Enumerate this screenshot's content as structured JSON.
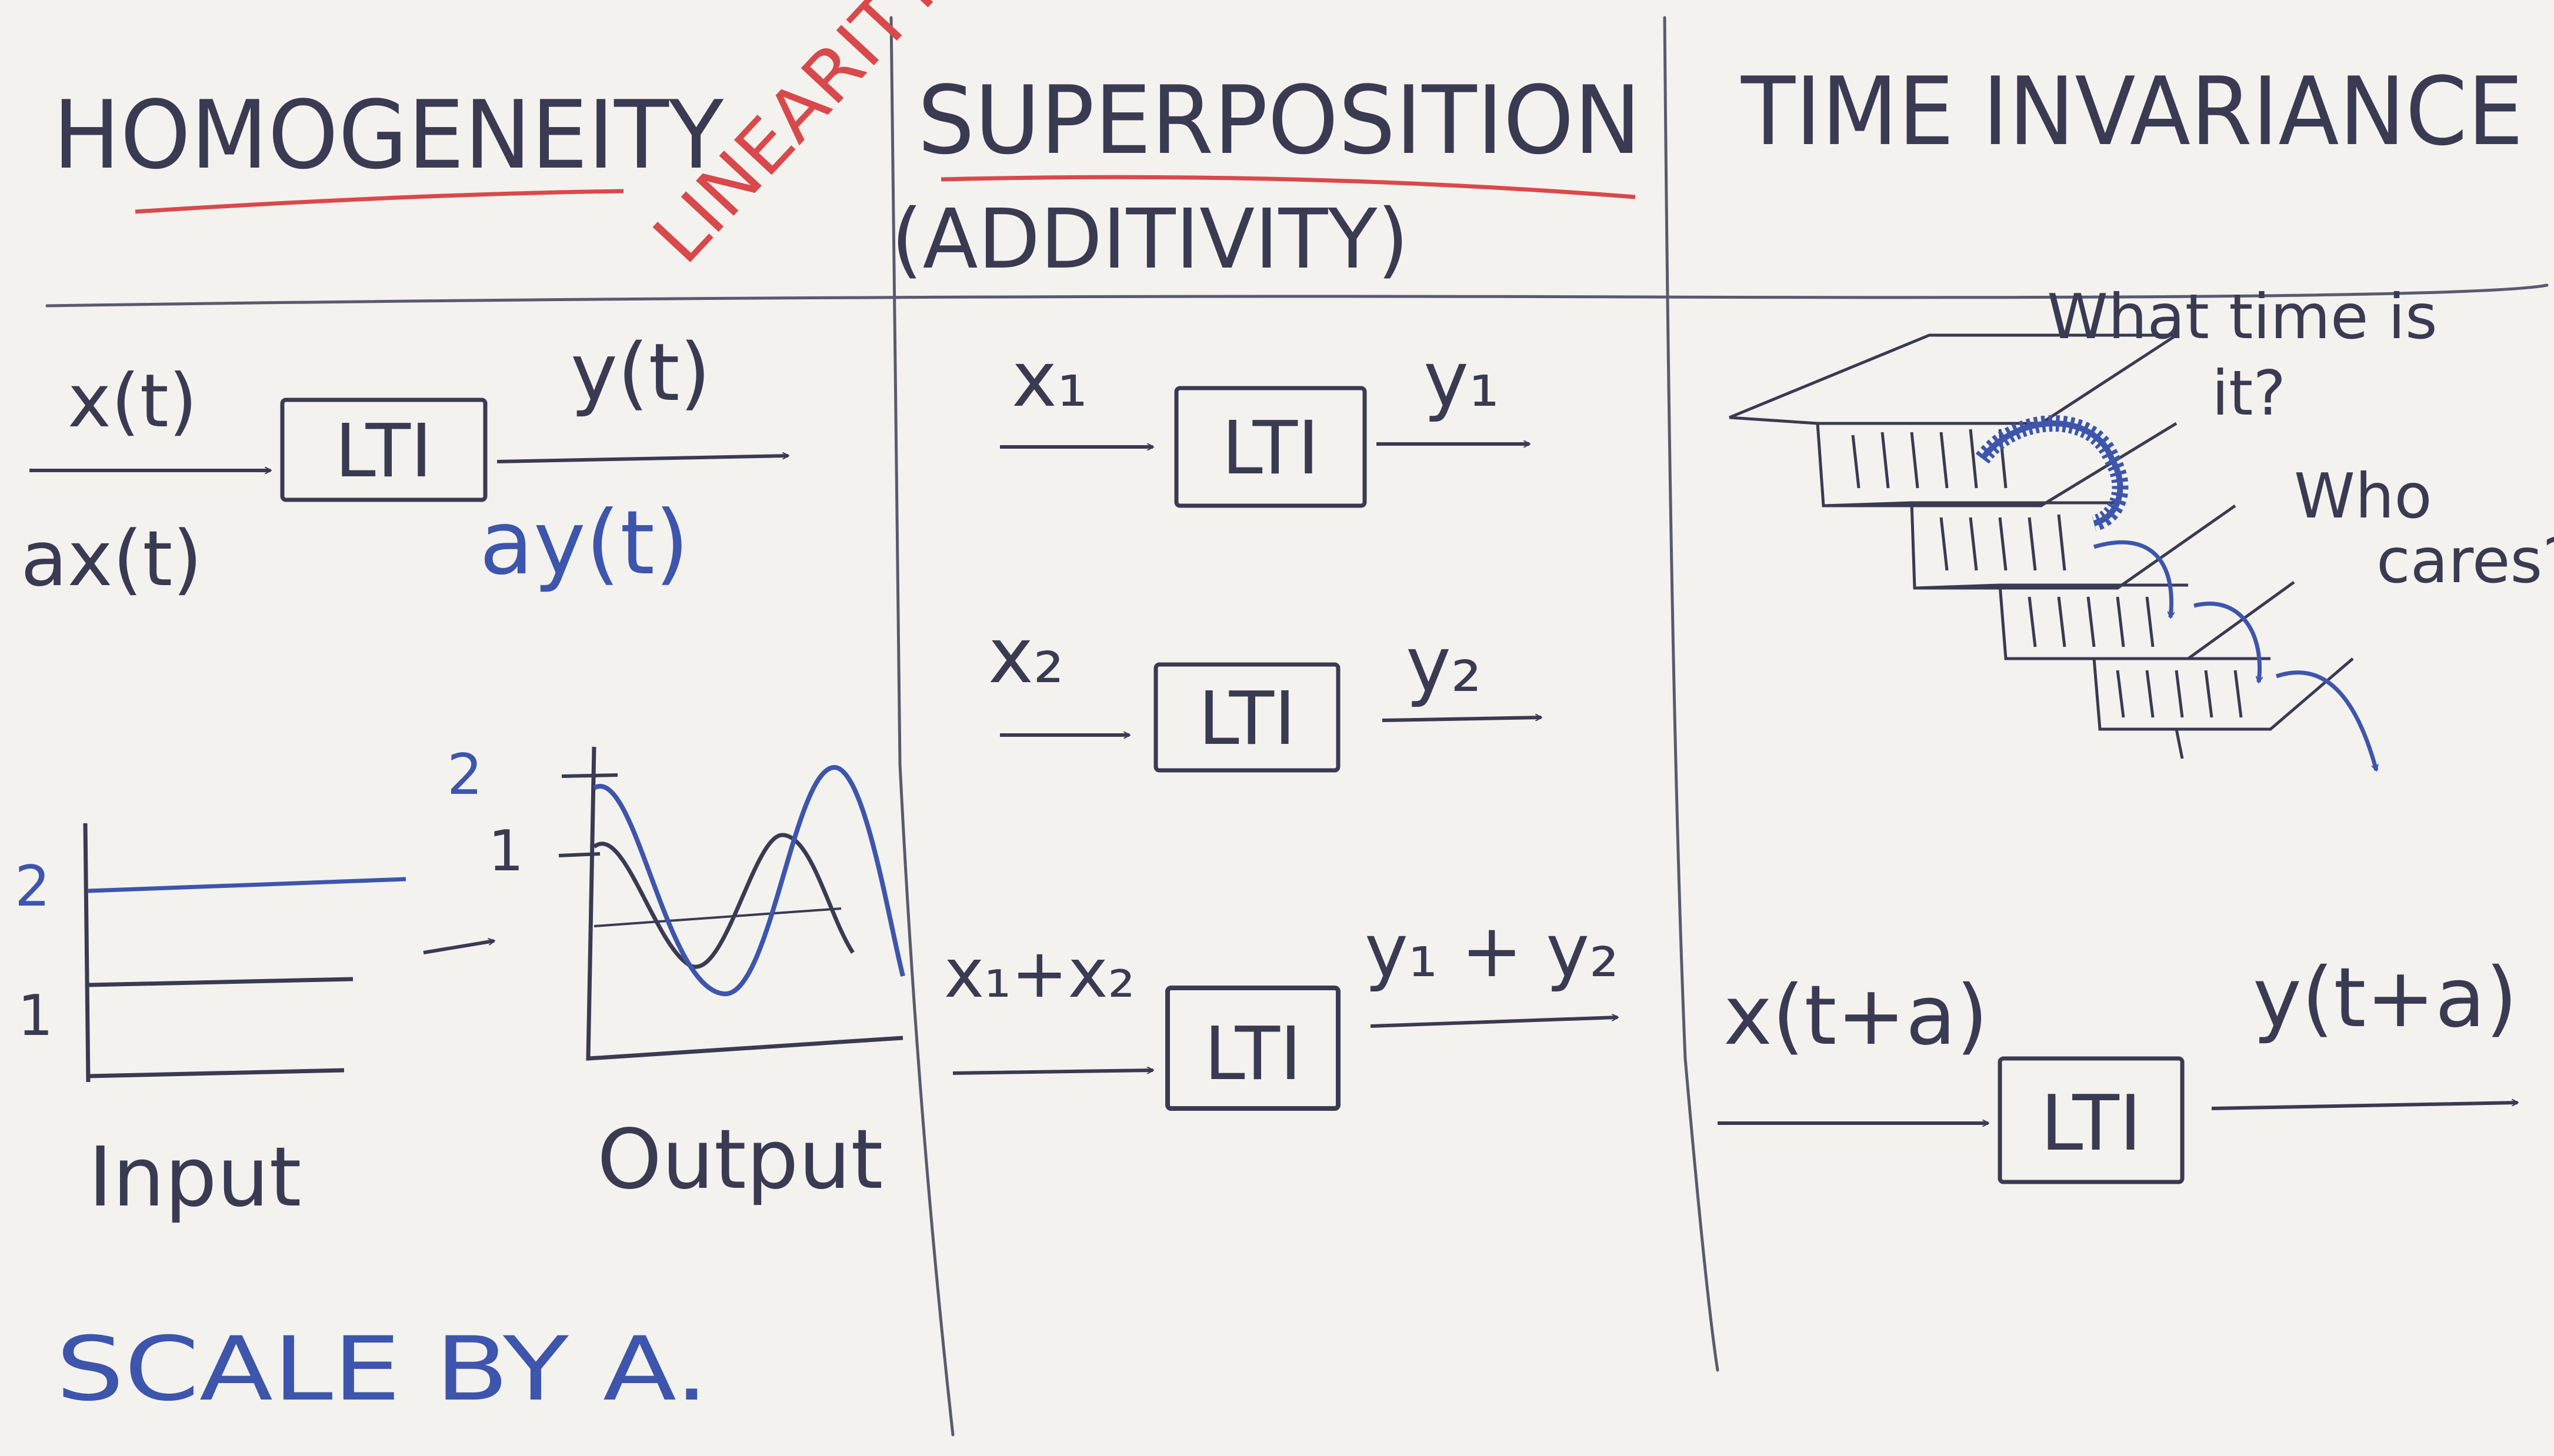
{
  "headers": {
    "homogeneity": "HOMOGENEITY",
    "linearity": "LINEARITY",
    "superposition": "SUPERPOSITION",
    "additivity": "(ADDITIVITY)",
    "time_invariance": "TIME INVARIANCE"
  },
  "homogeneity": {
    "input_label": "x(t)",
    "output_label": "y(t)",
    "scaled_input_label": "ax(t)",
    "scaled_output_label": "ay(t)",
    "box_label": "LTI",
    "input_graph": {
      "tick_2": "2",
      "tick_1": "1",
      "caption": "Input"
    },
    "output_graph": {
      "tick_2": "2",
      "tick_1": "1",
      "caption": "Output"
    },
    "caption": "SCALE BY A."
  },
  "superposition": {
    "row1": {
      "input": "x₁",
      "box": "LTI",
      "output": "y₁"
    },
    "row2": {
      "input": "x₂",
      "box": "LTI",
      "output": "y₂"
    },
    "row3": {
      "input": "x₁+x₂",
      "box": "LTI",
      "output": "y₁ + y₂"
    }
  },
  "time_invariance": {
    "note_1_line1": "What time is",
    "note_1_line2": "it?",
    "note_2_line1": "Who",
    "note_2_line2": "cares?",
    "input": "x(t+a)",
    "box": "LTI",
    "output": "y(t+a)"
  },
  "colors": {
    "paper": "#f3f2ef",
    "pencil": "#3a3a52",
    "blue_pen": "#3e55ad",
    "red_pen": "#d9494c"
  }
}
